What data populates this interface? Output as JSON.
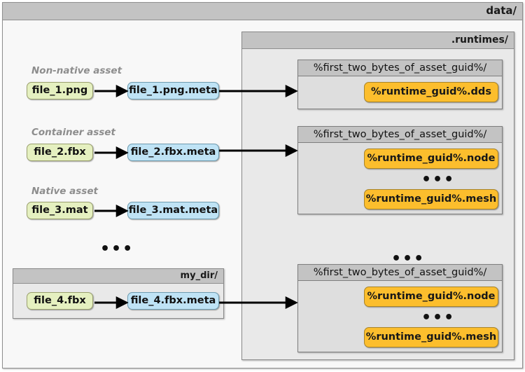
{
  "root": {
    "title": "data/"
  },
  "runtimes": {
    "title": ".runtimes/"
  },
  "mydir": {
    "title": "my_dir/"
  },
  "labels": {
    "non_native": "Non-native asset",
    "container": "Container asset",
    "native": "Native asset"
  },
  "assets": [
    {
      "source": "file_1.png",
      "meta": "file_1.png.meta"
    },
    {
      "source": "file_2.fbx",
      "meta": "file_2.fbx.meta"
    },
    {
      "source": "file_3.mat",
      "meta": "file_3.mat.meta"
    },
    {
      "source": "file_4.fbx",
      "meta": "file_4.fbx.meta"
    }
  ],
  "guid_groups": [
    {
      "title": "%first_two_bytes_of_asset_guid%/",
      "files": [
        "%runtime_guid%.dds"
      ]
    },
    {
      "title": "%first_two_bytes_of_asset_guid%/",
      "files": [
        "%runtime_guid%.node",
        "%runtime_guid%.mesh"
      ]
    },
    {
      "title": "%first_two_bytes_of_asset_guid%/",
      "files": [
        "%runtime_guid%.node",
        "%runtime_guid%.mesh"
      ]
    }
  ],
  "ellipsis": {
    "glyph": "•••"
  },
  "colors": {
    "asset_fill": "#e5f0c0",
    "meta_fill": "#bfe3f5",
    "runtime_fill": "#fcbe2d",
    "folder_title_fill": "#c3c3c3",
    "guid_body_fill": "#dedede",
    "label_text": "#8d8d8d"
  }
}
